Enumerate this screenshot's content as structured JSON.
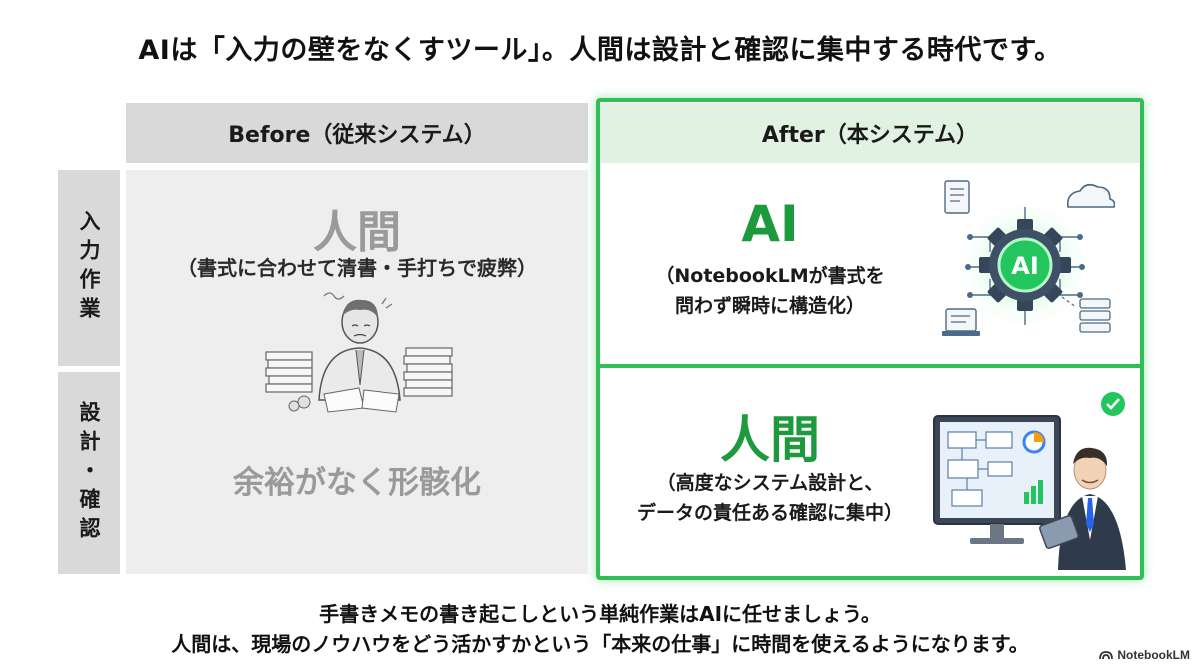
{
  "title": "AIは「入力の壁をなくすツール」。人間は設計と確認に集中する時代です。",
  "columns": {
    "before": "Before（従来システム）",
    "after": "After（本システム）"
  },
  "rows": {
    "input": "入力作業",
    "design": "設計・確認"
  },
  "before": {
    "input_main": "人間",
    "input_sub": "（書式に合わせて清書・手打ちで疲弊）",
    "design_main": "余裕がなく形骸化"
  },
  "after": {
    "input_main": "AI",
    "input_sub_1": "（NotebookLMが書式を",
    "input_sub_2": "問わず瞬時に構造化）",
    "design_main": "人間",
    "design_sub_1": "（高度なシステム設計と、",
    "design_sub_2": "データの責任ある確認に集中）"
  },
  "ai_chip_label": "AI",
  "footer": {
    "line1": "手書きメモの書き起こしという単純作業はAIに任せましょう。",
    "line2": "人間は、現場のノウハウをどう活かすかという「本来の仕事」に時間を使えるようになります。"
  },
  "brand": "NotebookLM",
  "colors": {
    "accent_green": "#2fbf55",
    "dark_green": "#1e9a3e",
    "header_gray": "#d9d9d9",
    "light_green": "#e1f2e3"
  },
  "icons": [
    "tired-worker-illustration",
    "ai-gear-chip-icon",
    "cloud-icon",
    "document-icon",
    "database-icon",
    "businessman-monitor-illustration",
    "check-badge-icon"
  ]
}
